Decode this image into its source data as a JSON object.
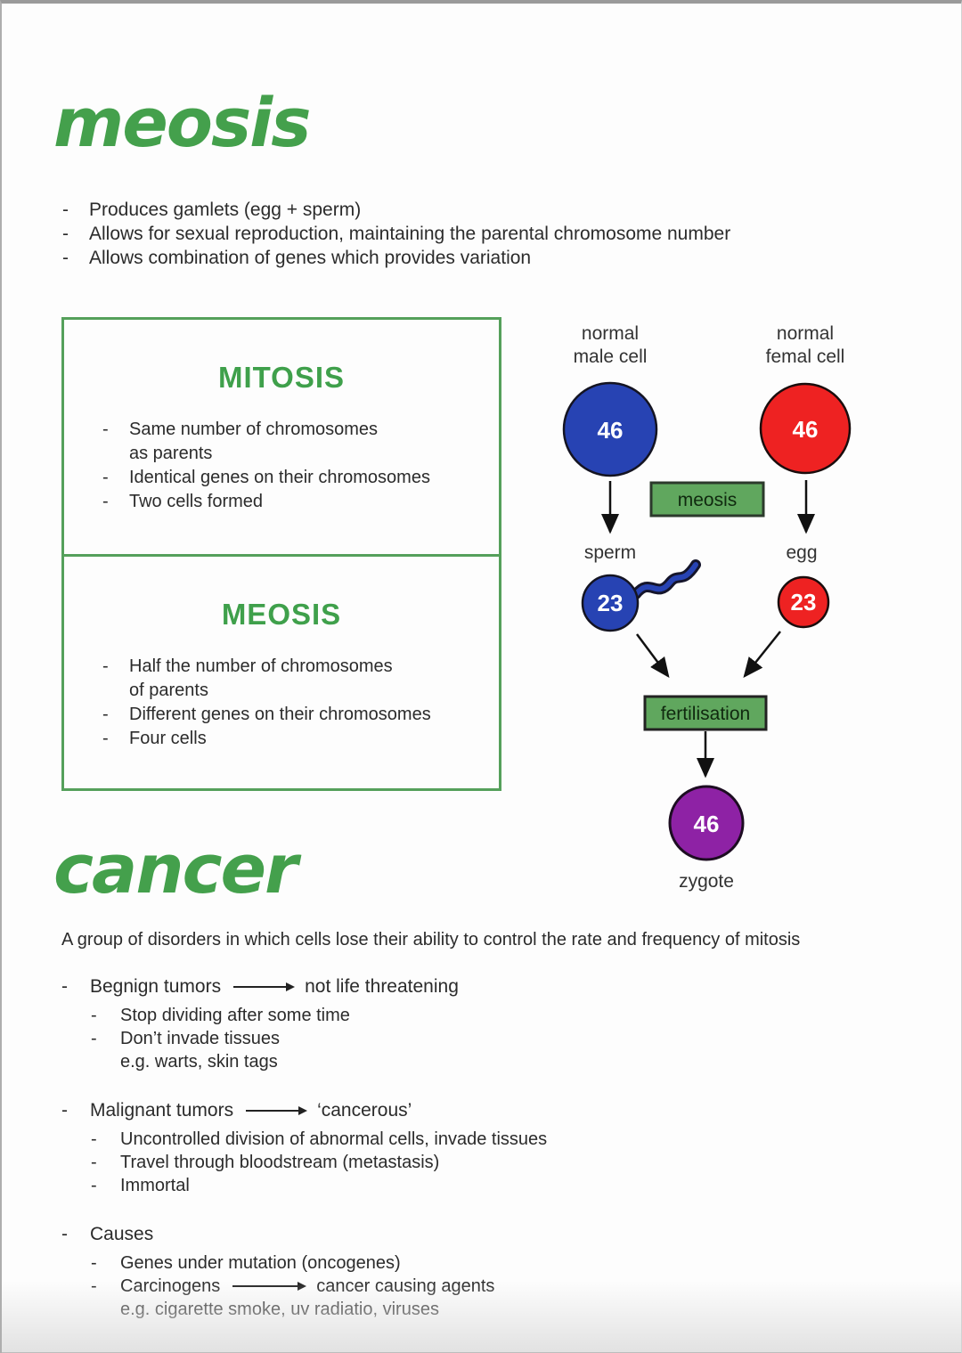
{
  "colors": {
    "accent_green": "#44a04c",
    "box_border_green": "#55a05b",
    "male_cell_blue": "#2743b3",
    "female_cell_red": "#ee2222",
    "zygote_purple": "#8e22a5",
    "process_box_green": "#60a75e",
    "ink": "#2b2b2b"
  },
  "marks": {
    "dash": "-"
  },
  "meosis_section": {
    "title": "meosis",
    "bullet1": "Produces gamlets (egg + sperm)",
    "bullet2": "Allows for sexual reproduction, maintaining the parental chromosome number",
    "bullet3": "Allows combination of genes which provides variation"
  },
  "comparison_table": {
    "mitosis": {
      "heading": "MITOSIS",
      "bullet1_line1": "Same number of chromosomes",
      "bullet1_line2": "as parents",
      "bullet2": "Identical genes on their chromosomes",
      "bullet3": "Two cells formed"
    },
    "meosis": {
      "heading": "MEOSIS",
      "bullet1_line1": "Half the number of chromosomes",
      "bullet1_line2": "of parents",
      "bullet2": "Different genes on their chromosomes",
      "bullet3": "Four cells"
    }
  },
  "diagram": {
    "male_label_line1": "normal",
    "male_label_line2": "male cell",
    "female_label_line1": "normal",
    "female_label_line2": "femal cell",
    "male_chromosomes": "46",
    "female_chromosomes": "46",
    "process_label": "meosis",
    "sperm_label": "sperm",
    "egg_label": "egg",
    "sperm_chromosomes": "23",
    "egg_chromosomes": "23",
    "fertilisation_label": "fertilisation",
    "zygote_chromosomes": "46",
    "zygote_label": "zygote"
  },
  "cancer_section": {
    "title": "cancer",
    "intro": "A group of disorders in  which cells lose their ability to control the rate and frequency of mitosis",
    "benign": {
      "label": "Begnign tumors",
      "result": "not life threatening",
      "sub1": "Stop dividing after some time",
      "sub2": "Don’t invade tissues",
      "example": "e.g. warts, skin tags"
    },
    "malignant": {
      "label": "Malignant tumors",
      "result": "‘cancerous’",
      "sub1": "Uncontrolled division of abnormal cells, invade tissues",
      "sub2": "Travel through bloodstream (metastasis)",
      "sub3": "Immortal"
    },
    "causes": {
      "label": "Causes",
      "sub1": "Genes under mutation (oncogenes)",
      "sub2_label": "Carcinogens",
      "sub2_result": "cancer causing agents",
      "example": "e.g. cigarette smoke, uv radiatio, viruses"
    }
  }
}
